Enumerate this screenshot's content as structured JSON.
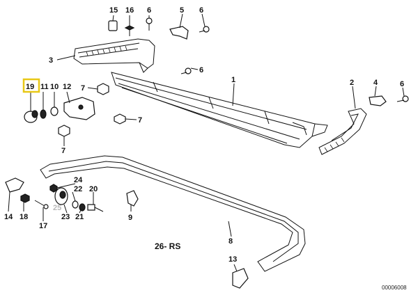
{
  "diagram": {
    "highlight_color": "#e8c817",
    "highlighted_part": "19",
    "labels": {
      "p1": "1",
      "p2": "2",
      "p3": "3",
      "p4": "4",
      "p5": "5",
      "p6a": "6",
      "p6b": "6",
      "p6c": "6",
      "p6d": "6",
      "p7a": "7",
      "p7b": "7",
      "p7c": "7",
      "p8": "8",
      "p9": "9",
      "p10": "10",
      "p11": "11",
      "p12": "12",
      "p13": "13",
      "p14": "14",
      "p15": "15",
      "p16": "16",
      "p17": "17",
      "p18": "18",
      "p19": "19",
      "p20": "20",
      "p21": "21",
      "p22": "22",
      "p23": "23",
      "p24": "24",
      "p25": "25",
      "set": "26- RS"
    },
    "document_number": "00006008"
  }
}
